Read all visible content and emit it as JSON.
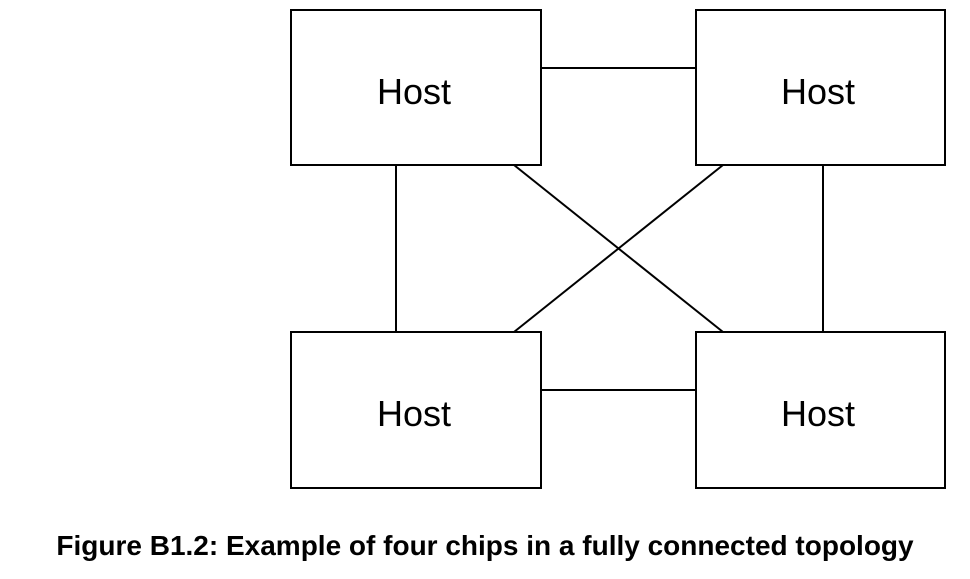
{
  "diagram": {
    "nodes": [
      {
        "id": "top-left",
        "label": "Host"
      },
      {
        "id": "top-right",
        "label": "Host"
      },
      {
        "id": "bottom-left",
        "label": "Host"
      },
      {
        "id": "bottom-right",
        "label": "Host"
      }
    ],
    "edges": [
      {
        "from": "top-left",
        "to": "top-right"
      },
      {
        "from": "bottom-left",
        "to": "bottom-right"
      },
      {
        "from": "top-left",
        "to": "bottom-left"
      },
      {
        "from": "top-right",
        "to": "bottom-right"
      },
      {
        "from": "top-left",
        "to": "bottom-right"
      },
      {
        "from": "top-right",
        "to": "bottom-left"
      }
    ]
  },
  "caption": "Figure B1.2: Example of four chips in a fully connected topology"
}
